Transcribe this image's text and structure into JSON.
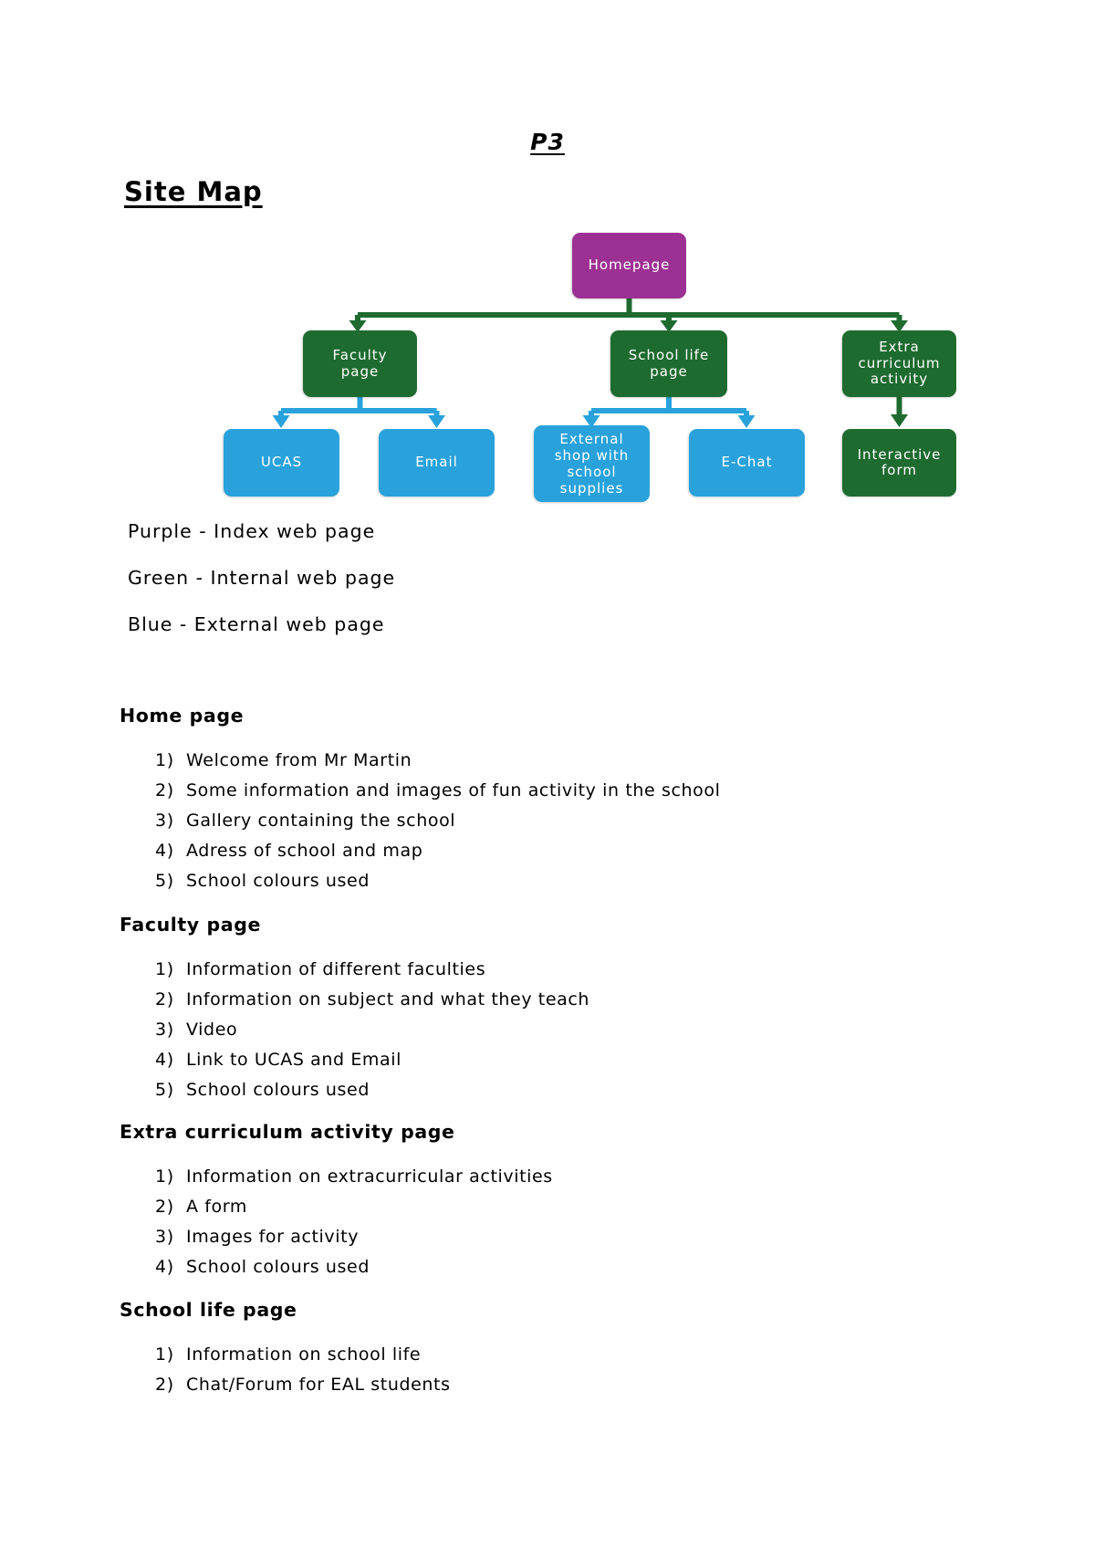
{
  "page": {
    "title": "P3",
    "heading": "Site Map"
  },
  "diagram": {
    "colors": {
      "index": "#9C3193",
      "internal": "#1E6B2F",
      "external": "#29A2DB"
    },
    "nodes": {
      "homepage": "Homepage",
      "faculty": "Faculty page",
      "school_life": "School life page",
      "extra": "Extra curriculum activity",
      "ucas": "UCAS",
      "email": "Email",
      "external_shop": "External shop with school supplies",
      "echat": "E-Chat",
      "interactive_form": "Interactive form"
    },
    "legend": {
      "purple": "Purple - Index web page",
      "green": "Green - Internal web page",
      "blue": "Blue - External web page"
    }
  },
  "sections": [
    {
      "title": "Home page",
      "items": [
        {
          "n": "1)",
          "text": "Welcome from Mr Martin"
        },
        {
          "n": "2)",
          "text": "Some information and images of fun activity in the school"
        },
        {
          "n": "3)",
          "text": "Gallery containing the school"
        },
        {
          "n": "4)",
          "text": "Adress of school and map"
        },
        {
          "n": "5)",
          "text": "School colours used"
        }
      ]
    },
    {
      "title": "Faculty page",
      "items": [
        {
          "n": "1)",
          "text": "Information of different faculties"
        },
        {
          "n": "2)",
          "text": "Information on subject and what they teach"
        },
        {
          "n": "3)",
          "text": "Video"
        },
        {
          "n": "4)",
          "text": "Link to UCAS and Email"
        },
        {
          "n": "5)",
          "text": "School colours used"
        }
      ]
    },
    {
      "title": "Extra curriculum activity page",
      "items": [
        {
          "n": "1)",
          "text": "Information on extracurricular activities"
        },
        {
          "n": "2)",
          "text": "A form"
        },
        {
          "n": "3)",
          "text": "Images for activity"
        },
        {
          "n": "4)",
          "text": "School colours used"
        }
      ]
    },
    {
      "title": "School life page",
      "items": [
        {
          "n": "1)",
          "text": "Information on school life"
        },
        {
          "n": "2)",
          "text": "Chat/Forum for EAL students"
        }
      ]
    }
  ]
}
